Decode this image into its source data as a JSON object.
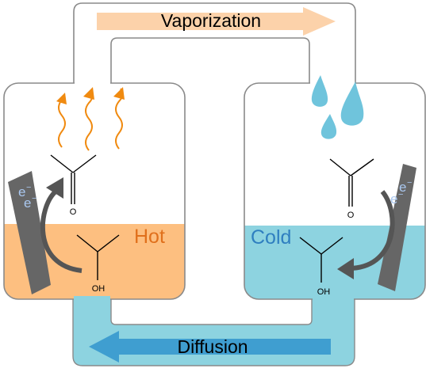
{
  "labels": {
    "vaporization": "Vaporization",
    "diffusion": "Diffusion",
    "hot": "Hot",
    "cold": "Cold",
    "oh_left": "OH",
    "oh_right": "OH",
    "o_left": "O",
    "o_right": "O",
    "electron_left_1": "e",
    "electron_left_1_sup": "−",
    "electron_left_2": "e",
    "electron_left_2_sup": "−",
    "electron_right_1": "e",
    "electron_right_1_sup": "−",
    "electron_right_2": "e",
    "electron_right_2_sup": "−"
  },
  "colors": {
    "hot_liquid": "#fdbf80",
    "cold_liquid": "#8dd3e0",
    "hot_text": "#e0701c",
    "cold_text": "#2f7fc0",
    "vapor_arrow": "#fcd2aa",
    "diffusion_arrow": "#3f9ed0",
    "diffusion_channel": "#8dd3e0",
    "heat_wave": "#f08a10",
    "droplet": "#6fc4dc",
    "electrode": "#666666",
    "outline": "#8a8a8a",
    "electron_label": "#aac8f0"
  }
}
